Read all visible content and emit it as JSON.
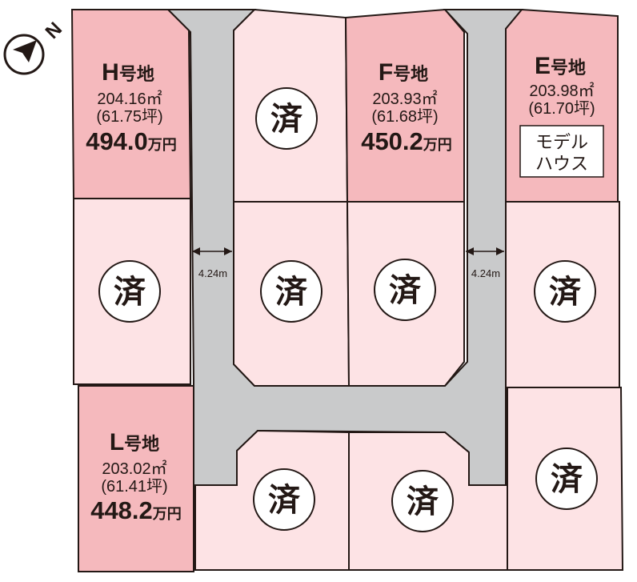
{
  "colors": {
    "sold_lot_fill": "#fde3e5",
    "available_lot_fill": "#f5b9bd",
    "road_fill": "#c9cacb",
    "outline": "#231815",
    "model_house_box": "#ffffff"
  },
  "compass": {
    "icon": "north-arrow-icon",
    "label": "N"
  },
  "road": {
    "width_label_left": "4.24m",
    "width_label_right": "4.24m"
  },
  "sold_mark": "済",
  "lots": {
    "H": {
      "name": "H",
      "suffix": "号地",
      "area_m2": "204.16㎡",
      "area_tsubo": "(61.75坪)",
      "price": "494.0",
      "price_unit": "万円",
      "status": "available"
    },
    "F": {
      "name": "F",
      "suffix": "号地",
      "area_m2": "203.93㎡",
      "area_tsubo": "(61.68坪)",
      "price": "450.2",
      "price_unit": "万円",
      "status": "available"
    },
    "E": {
      "name": "E",
      "suffix": "号地",
      "area_m2": "203.98㎡",
      "area_tsubo": "(61.70坪)",
      "badge_line1": "モデル",
      "badge_line2": "ハウス",
      "status": "model-house"
    },
    "L": {
      "name": "L",
      "suffix": "号地",
      "area_m2": "203.02㎡",
      "area_tsubo": "(61.41坪)",
      "price": "448.2",
      "price_unit": "万円",
      "status": "available"
    }
  }
}
